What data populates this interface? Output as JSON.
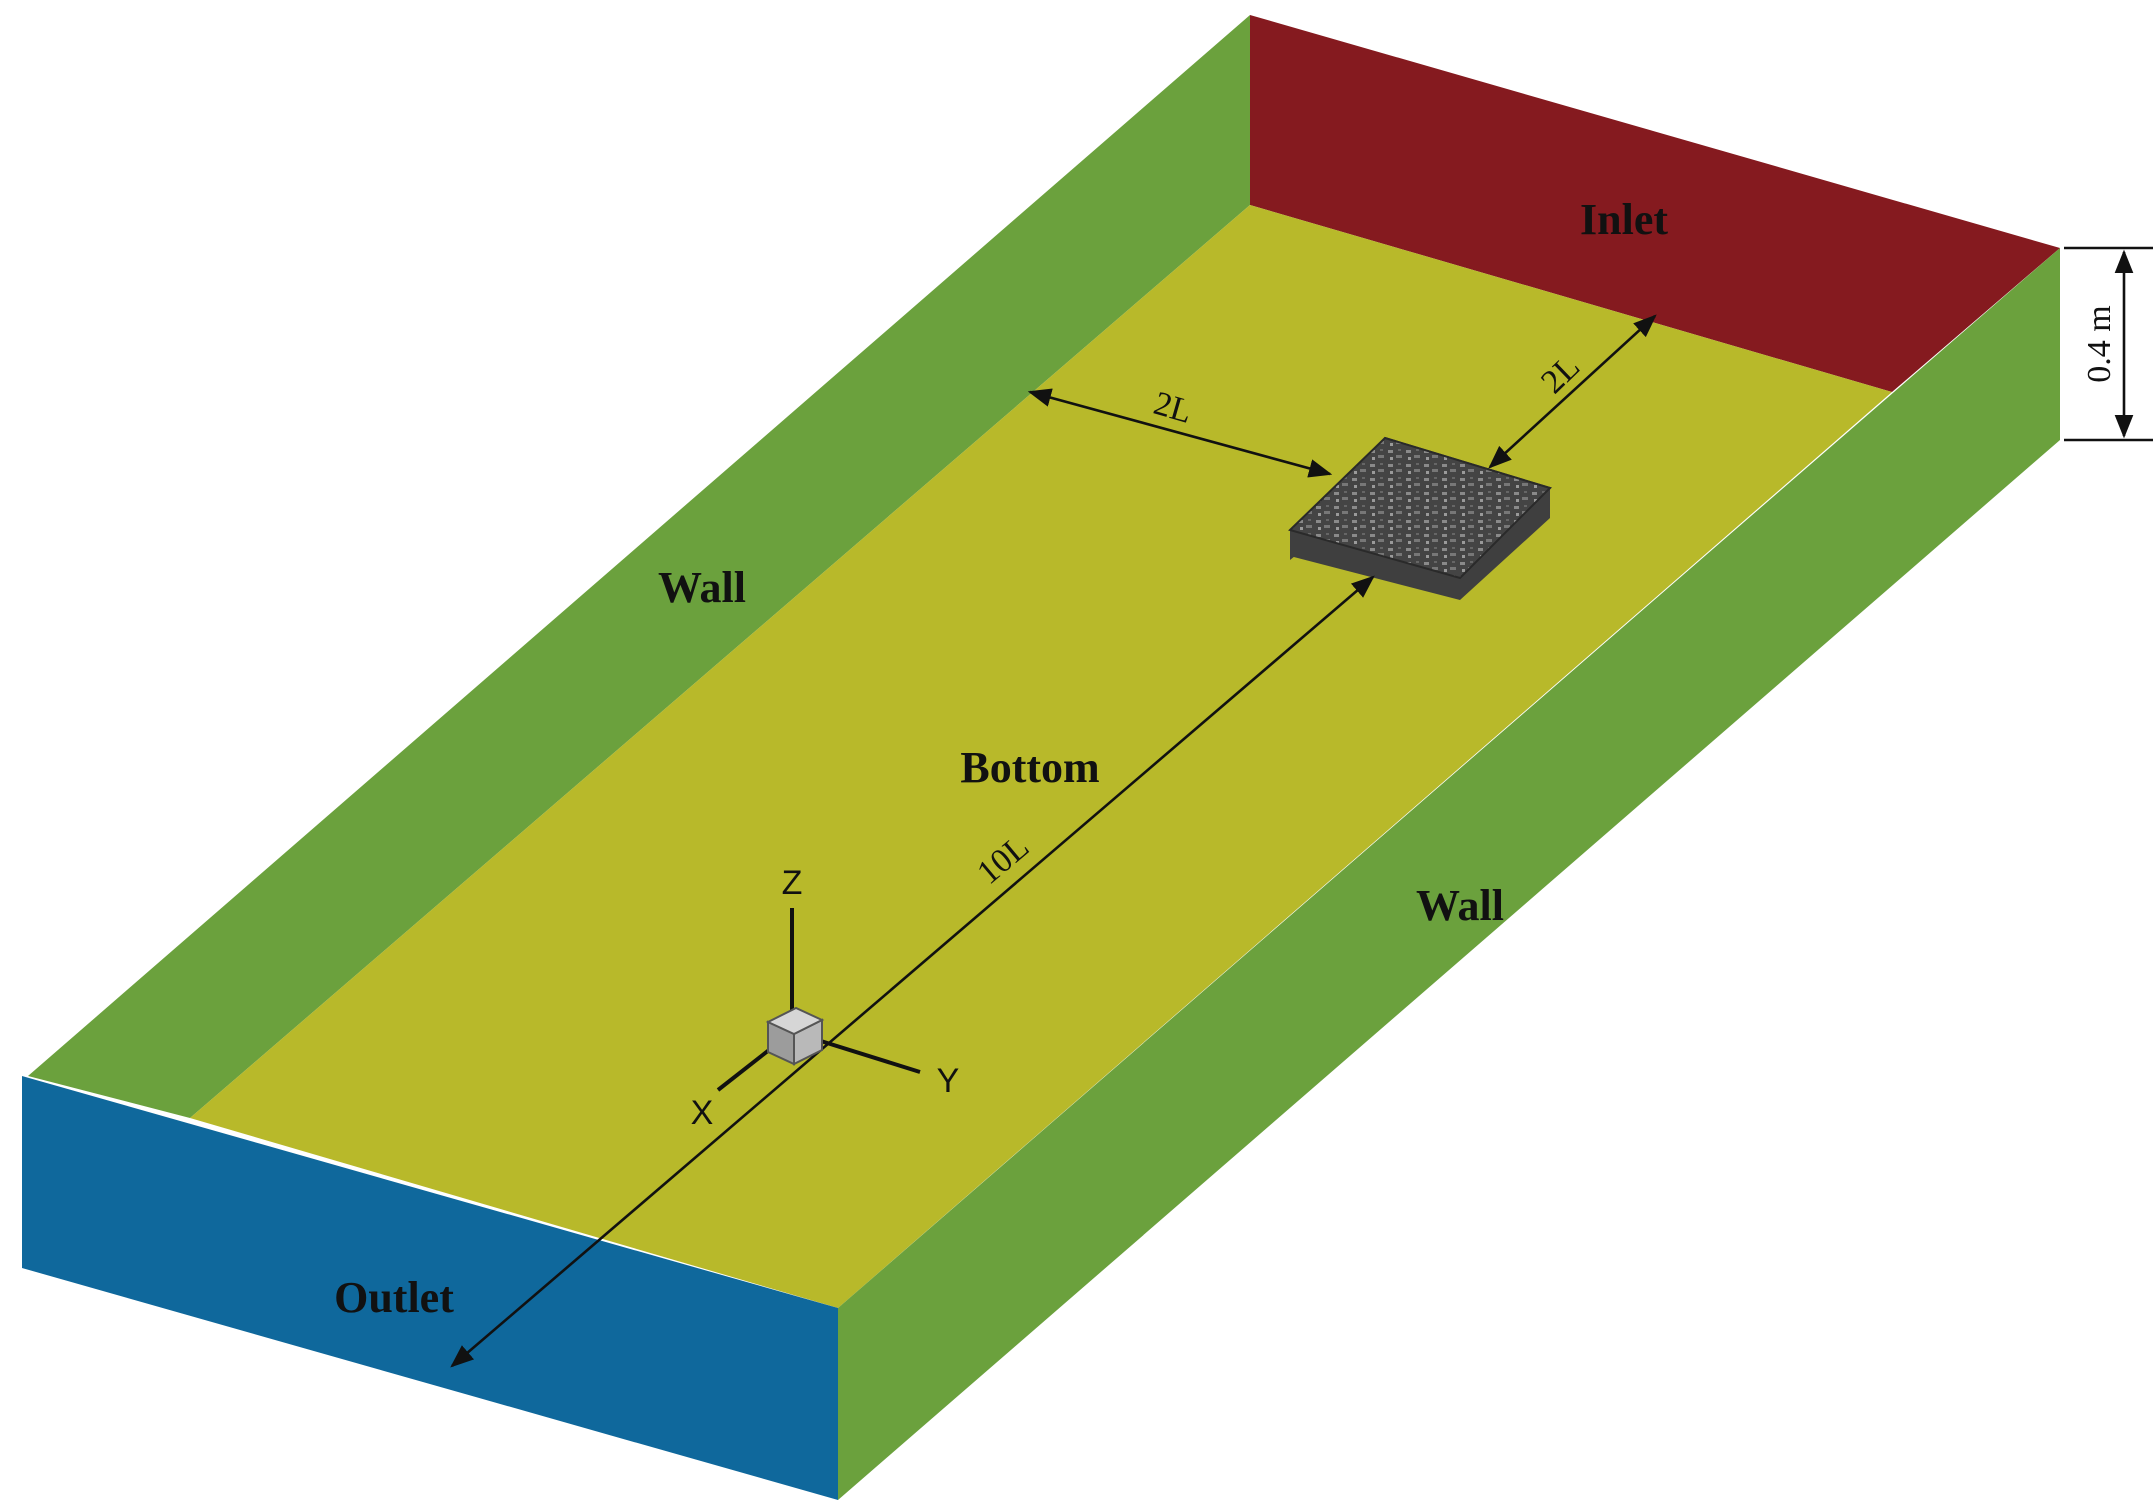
{
  "faces": {
    "inlet": {
      "label": "Inlet",
      "color": "#851a1f"
    },
    "outlet": {
      "label": "Outlet",
      "color": "#0f689c"
    },
    "bottom": {
      "label": "Bottom",
      "color": "#b8b92a"
    },
    "left_wall": {
      "label": "Wall",
      "color": "#6ba13d"
    },
    "right_wall": {
      "label": "Wall",
      "color": "#6ba13d"
    }
  },
  "dimensions": {
    "length": "10L",
    "lateral_gap": "2L",
    "upstream_gap": "2L",
    "depth": "0.4 m"
  },
  "axes": {
    "x": "X",
    "y": "Y",
    "z": "Z"
  },
  "model": {
    "color": "#3f3f3f"
  }
}
